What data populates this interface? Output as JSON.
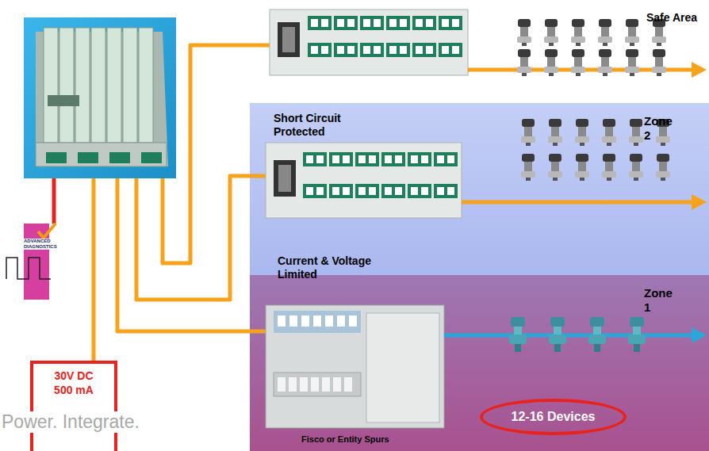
{
  "diagram": {
    "nodes": [
      {
        "text": [
          "Zone 2"
        ]
      },
      {
        "text": [
          "Zone 1"
        ]
      },
      {
        "text": [
          "12-16 Devices"
        ],
        "in": 1
      },
      {
        "text": [
          "30V DC 500 mA"
        ]
      }
    ],
    "labels": [
      "Safe Area",
      "Short Circuit Protected",
      "Current & Voltage Limited",
      "Fisco or Entity Spurs",
      "ADVANCED DIAGNOSTICS",
      "Power. Integrate."
    ]
  }
}
